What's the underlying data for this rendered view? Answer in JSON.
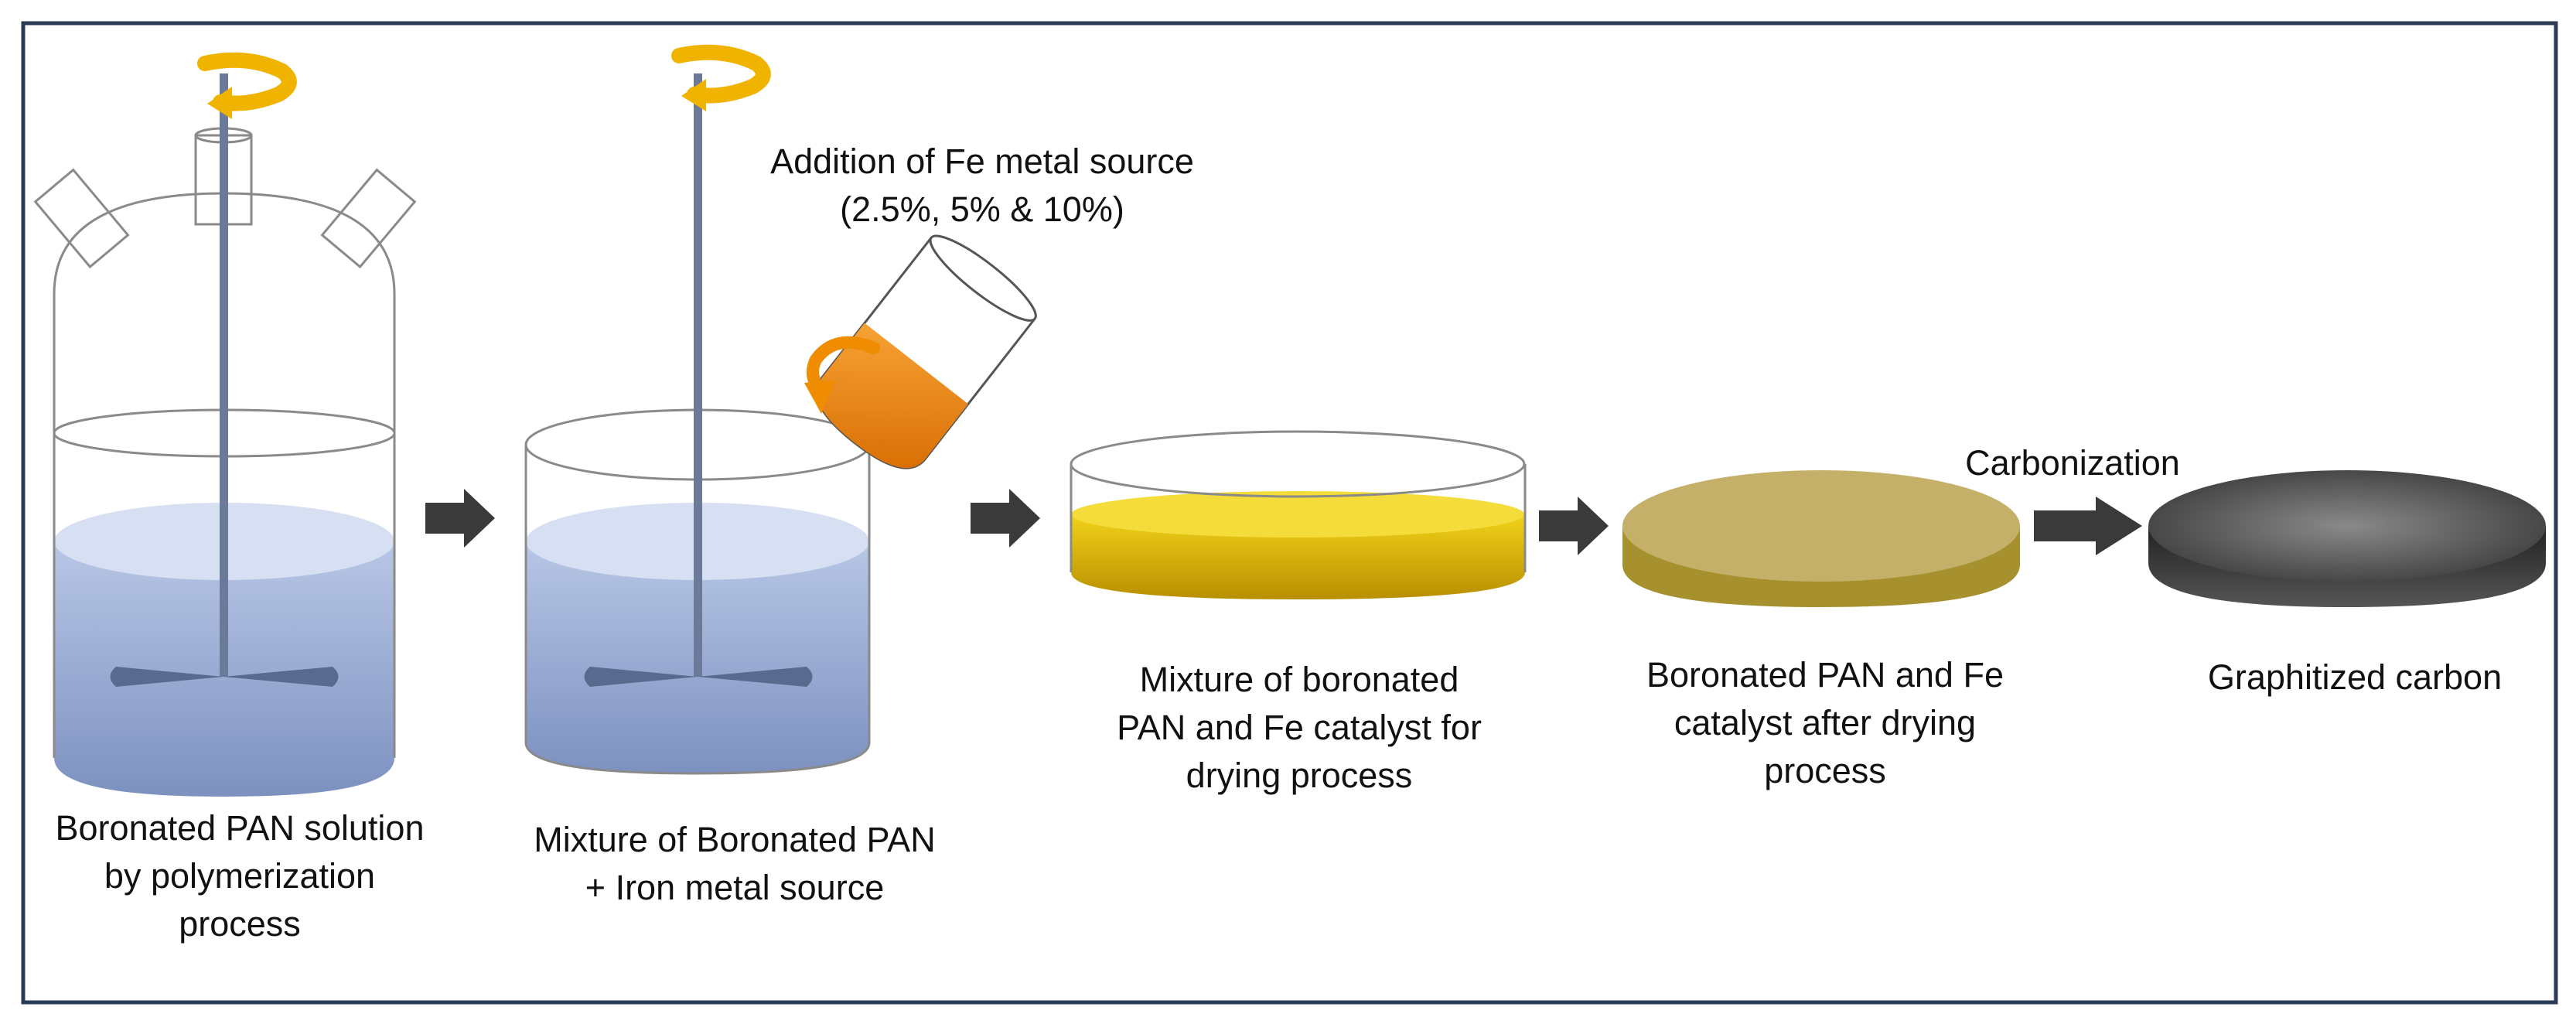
{
  "colors": {
    "frame": "#2b3a55",
    "liquid_blue": "#a9b9db",
    "liquid_blue_top": "#d6e0f2",
    "stirrer": "#6b7a99",
    "arrow": "#3a3a3a",
    "rotation_arrow": "#f0b400",
    "fe_solution": "#f08c00",
    "yellow_mixture": "#e6c200",
    "dried_disc": "#c5b06a",
    "carbon_disc": "#3c3c3c"
  },
  "steps": [
    {
      "name": "reactor",
      "label_lines": [
        "Boronated PAN solution",
        "by polymerization",
        "process"
      ]
    },
    {
      "name": "beaker",
      "label_lines": [
        "Mixture of Boronated PAN",
        "+ Iron metal source"
      ]
    },
    {
      "name": "petri-dish",
      "label_lines": [
        "Mixture of boronated",
        "PAN and Fe catalyst for",
        "drying process"
      ]
    },
    {
      "name": "dried-disc",
      "label_lines": [
        "Boronated PAN and Fe",
        "catalyst after drying",
        "process"
      ]
    },
    {
      "name": "carbon-disc",
      "label_lines": [
        "Graphitized carbon"
      ]
    }
  ],
  "addition_note": [
    "Addition of Fe metal source",
    "(2.5%, 5% & 10%)"
  ],
  "carbonization_label": "Carbonization",
  "icons": [
    "rotation-arrow-icon",
    "process-arrow-icon",
    "pour-arrow-icon"
  ]
}
